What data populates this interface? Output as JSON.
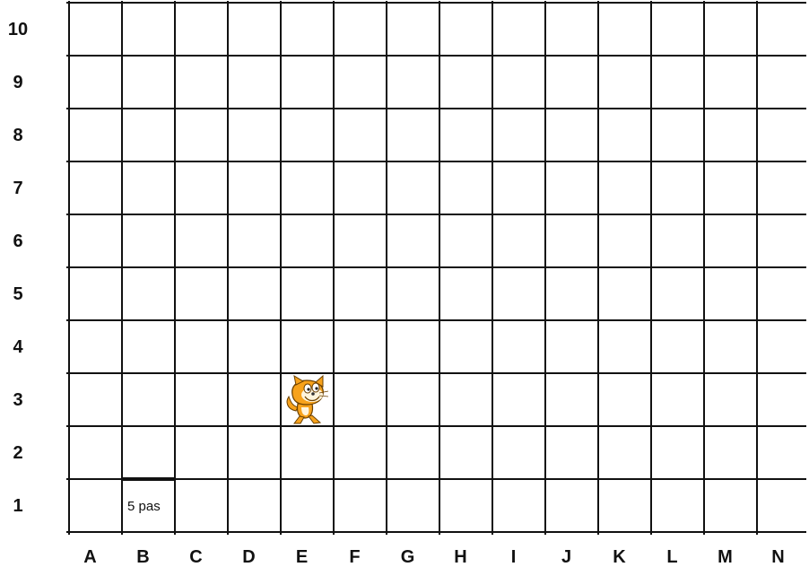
{
  "grid": {
    "rows": [
      "10",
      "9",
      "8",
      "7",
      "6",
      "5",
      "4",
      "3",
      "2",
      "1"
    ],
    "columns": [
      "A",
      "B",
      "C",
      "D",
      "E",
      "F",
      "G",
      "H",
      "I",
      "J",
      "K",
      "L",
      "M",
      "N"
    ]
  },
  "scale": {
    "label": "5 pas",
    "column": "B",
    "row": "1"
  },
  "sprite": {
    "name": "cat-sprite-icon",
    "column": "E",
    "row": "3"
  }
}
